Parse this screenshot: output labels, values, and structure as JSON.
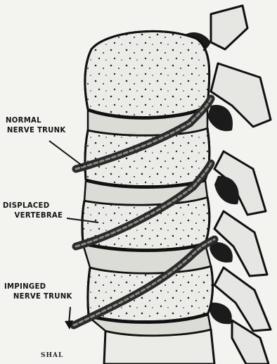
{
  "labels": {
    "normal_line1": "NORMAL",
    "normal_line2": "NERVE TRUNK",
    "displaced_line1": "DISPLACED",
    "displaced_line2": "VERTEBRAE",
    "impinged_line1": "IMPINGED",
    "impinged_line2": "NERVE TRUNK"
  },
  "footer_text": "SHAL",
  "colors": {
    "background": "#f3f3f0",
    "ink": "#141414",
    "bone": "#e9e9e6",
    "nerve": "#2e2e2e"
  }
}
